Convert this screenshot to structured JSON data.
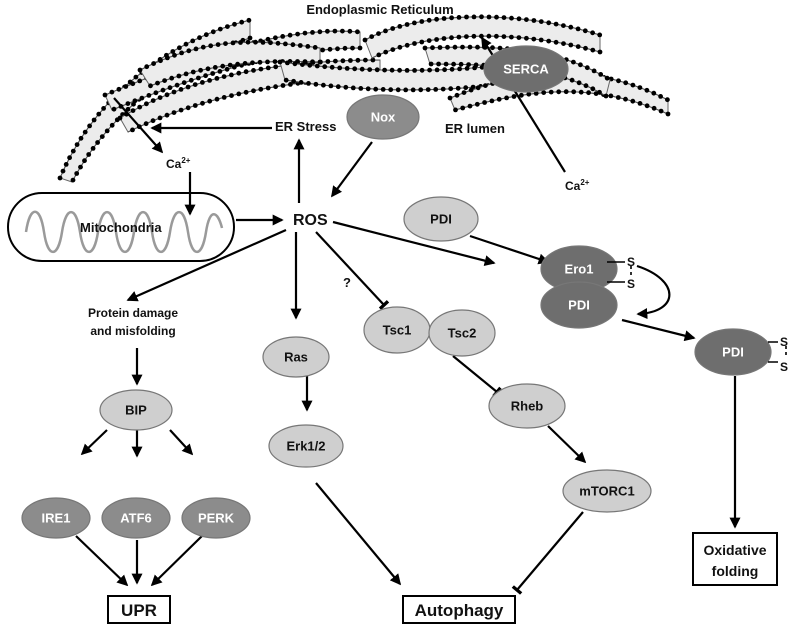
{
  "labels": {
    "er_title": "Endoplasmic Reticulum",
    "er_stress": "ER Stress",
    "er_lumen": "ER lumen",
    "ros": "ROS",
    "mitochondria": "Mitochondria",
    "question": "?",
    "protein_damage_1": "Protein damage",
    "protein_damage_2": "and misfolding",
    "ca": "Ca",
    "ca_charge": "2+",
    "sulfur": "S"
  },
  "nodes": {
    "nox": "Nox",
    "serca": "SERCA",
    "pdi_top": "PDI",
    "ero1": "Ero1",
    "pdi_complex": "PDI",
    "pdi_oxidized": "PDI",
    "tsc1": "Tsc1",
    "tsc2": "Tsc2",
    "ras": "Ras",
    "erk": "Erk1/2",
    "rheb": "Rheb",
    "mtorc1": "mTORC1",
    "bip": "BIP",
    "ire1": "IRE1",
    "atf6": "ATF6",
    "perk": "PERK"
  },
  "outcomes": {
    "upr": "UPR",
    "autophagy": "Autophagy",
    "oxidative_folding_1": "Oxidative",
    "oxidative_folding_2": "folding"
  },
  "colors": {
    "node_light": "#cfcfcf",
    "node_mid": "#8c8c8c",
    "node_dark": "#6e6e6e"
  }
}
